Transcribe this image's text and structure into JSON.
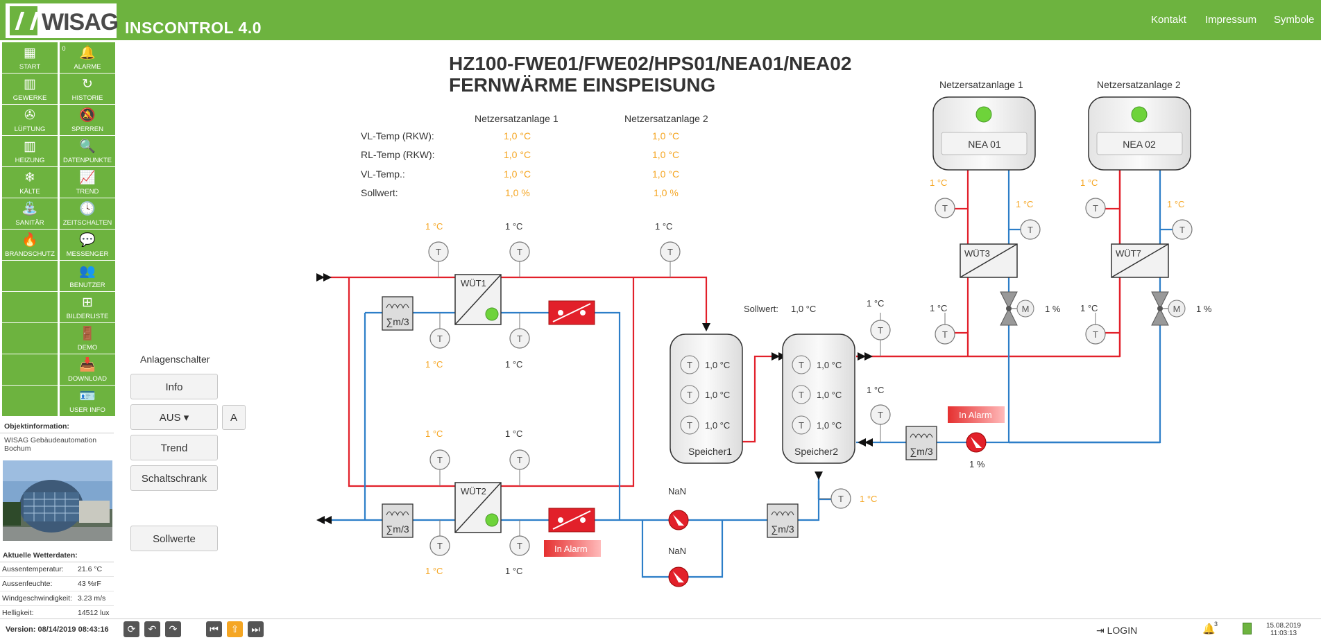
{
  "header": {
    "logo_text": "WISAG",
    "app_title": "INSCONTROL 4.0",
    "links": [
      "Kontakt",
      "Impressum",
      "Symbole"
    ]
  },
  "nav": [
    {
      "label": "START",
      "icon": "grid-icon",
      "glyph": "▦",
      "alarm_count": ""
    },
    {
      "label": "ALARME",
      "icon": "alarm-icon",
      "glyph": "🔔",
      "alarm_count": "0"
    },
    {
      "label": "GEWERKE",
      "icon": "building-icon",
      "glyph": "▥",
      "alarm_count": ""
    },
    {
      "label": "HISTORIE",
      "icon": "history-icon",
      "glyph": "↻",
      "alarm_count": ""
    },
    {
      "label": "LÜFTUNG",
      "icon": "fan-icon",
      "glyph": "✇",
      "alarm_count": ""
    },
    {
      "label": "SPERREN",
      "icon": "bell-off-icon",
      "glyph": "🔕",
      "alarm_count": ""
    },
    {
      "label": "HEIZUNG",
      "icon": "radiator-icon",
      "glyph": "▥",
      "alarm_count": ""
    },
    {
      "label": "DATENPUNKTE",
      "icon": "datapoint-search-icon",
      "glyph": "🔍",
      "alarm_count": ""
    },
    {
      "label": "KÄLTE",
      "icon": "snowflake-icon",
      "glyph": "❄",
      "alarm_count": ""
    },
    {
      "label": "TREND",
      "icon": "trend-chart-icon",
      "glyph": "📈",
      "alarm_count": ""
    },
    {
      "label": "SANITÄR",
      "icon": "faucet-icon",
      "glyph": "⛲",
      "alarm_count": ""
    },
    {
      "label": "ZEITSCHALTEN",
      "icon": "clock-icon",
      "glyph": "🕓",
      "alarm_count": ""
    },
    {
      "label": "BRANDSCHUTZ",
      "icon": "fire-icon",
      "glyph": "🔥",
      "alarm_count": ""
    },
    {
      "label": "MESSENGER",
      "icon": "chat-icon",
      "glyph": "💬",
      "alarm_count": ""
    },
    {
      "label": "",
      "icon": "",
      "glyph": "",
      "alarm_count": ""
    },
    {
      "label": "BENUTZER",
      "icon": "users-icon",
      "glyph": "👥",
      "alarm_count": ""
    },
    {
      "label": "",
      "icon": "",
      "glyph": "",
      "alarm_count": ""
    },
    {
      "label": "BILDERLISTE",
      "icon": "sitemap-icon",
      "glyph": "⊞",
      "alarm_count": ""
    },
    {
      "label": "",
      "icon": "",
      "glyph": "",
      "alarm_count": ""
    },
    {
      "label": "DEMO",
      "icon": "door-icon",
      "glyph": "🚪",
      "alarm_count": ""
    },
    {
      "label": "",
      "icon": "",
      "glyph": "",
      "alarm_count": ""
    },
    {
      "label": "DOWNLOAD",
      "icon": "download-icon",
      "glyph": "📥",
      "alarm_count": ""
    },
    {
      "label": "",
      "icon": "",
      "glyph": "",
      "alarm_count": ""
    },
    {
      "label": "USER INFO",
      "icon": "user-card-icon",
      "glyph": "🪪",
      "alarm_count": ""
    }
  ],
  "object_info": {
    "heading": "Objektinformation:",
    "text": "WISAG Gebäudeautomation Bochum"
  },
  "weather": {
    "heading": "Aktuelle Wetterdaten:",
    "rows": [
      {
        "label": "Aussentemperatur:",
        "value": "21.6 °C"
      },
      {
        "label": "Aussenfeuchte:",
        "value": "43 %rF"
      },
      {
        "label": "Windgeschwindigkeit:",
        "value": "3.23 m/s"
      },
      {
        "label": "Helligkeit:",
        "value": "14512 lux"
      }
    ]
  },
  "controls": {
    "title": "Anlagenschalter",
    "info": "Info",
    "switch_value": "AUS ▾",
    "auto_button": "A",
    "trend": "Trend",
    "cabinet": "Schaltschrank",
    "setpoints": "Sollwerte"
  },
  "title": {
    "line1": "HZ100-FWE01/FWE02/HPS01/NEA01/NEA02",
    "line2": "FERNWÄRME EINSPEISUNG"
  },
  "table": {
    "col1": "Netzersatzanlage 1",
    "col2": "Netzersatzanlage 2",
    "rows": [
      {
        "label": "VL-Temp (RKW):",
        "v1": "1,0 °C",
        "v2": "1,0 °C"
      },
      {
        "label": "RL-Temp (RKW):",
        "v1": "1,0 °C",
        "v2": "1,0 °C"
      },
      {
        "label": "VL-Temp.:",
        "v1": "1,0 °C",
        "v2": "1,0 °C"
      },
      {
        "label": "Sollwert:",
        "v1": "1,0 %",
        "v2": "1,0 %"
      }
    ]
  },
  "diagram": {
    "sensor_symbol": "T",
    "motor_symbol": "M",
    "meter_symbol": "∑m/3",
    "hx": {
      "wut1": "WÜT1",
      "wut2": "WÜT2",
      "wut3": "WÜT3",
      "wut7": "WÜT7"
    },
    "tanks": {
      "s1": "Speicher1",
      "s2": "Speicher2",
      "values": [
        "1,0 °C",
        "1,0 °C",
        "1,0 °C"
      ]
    },
    "nea": {
      "title1": "Netzersatzanlage 1",
      "title2": "Netzersatzanlage 2",
      "btn1": "NEA 01",
      "btn2": "NEA 02"
    },
    "sollwert_label": "Sollwert:",
    "sollwert_value": "1,0 °C",
    "alarm_label": "In Alarm",
    "pump_nan": "NaN",
    "pump_pct": "1 %",
    "valve_pct": "1 %",
    "temp_1c": "1 °C"
  },
  "colors": {
    "green": "#6db33f",
    "supply_red": "#e2202a",
    "return_blue": "#2c7ec8",
    "value_yellow": "#f5a623"
  },
  "footer": {
    "version": "Version: 08/14/2019 08:43:16",
    "login": "LOGIN",
    "alarm_count": "3",
    "date": "15.08.2019",
    "time": "11:03:13"
  }
}
